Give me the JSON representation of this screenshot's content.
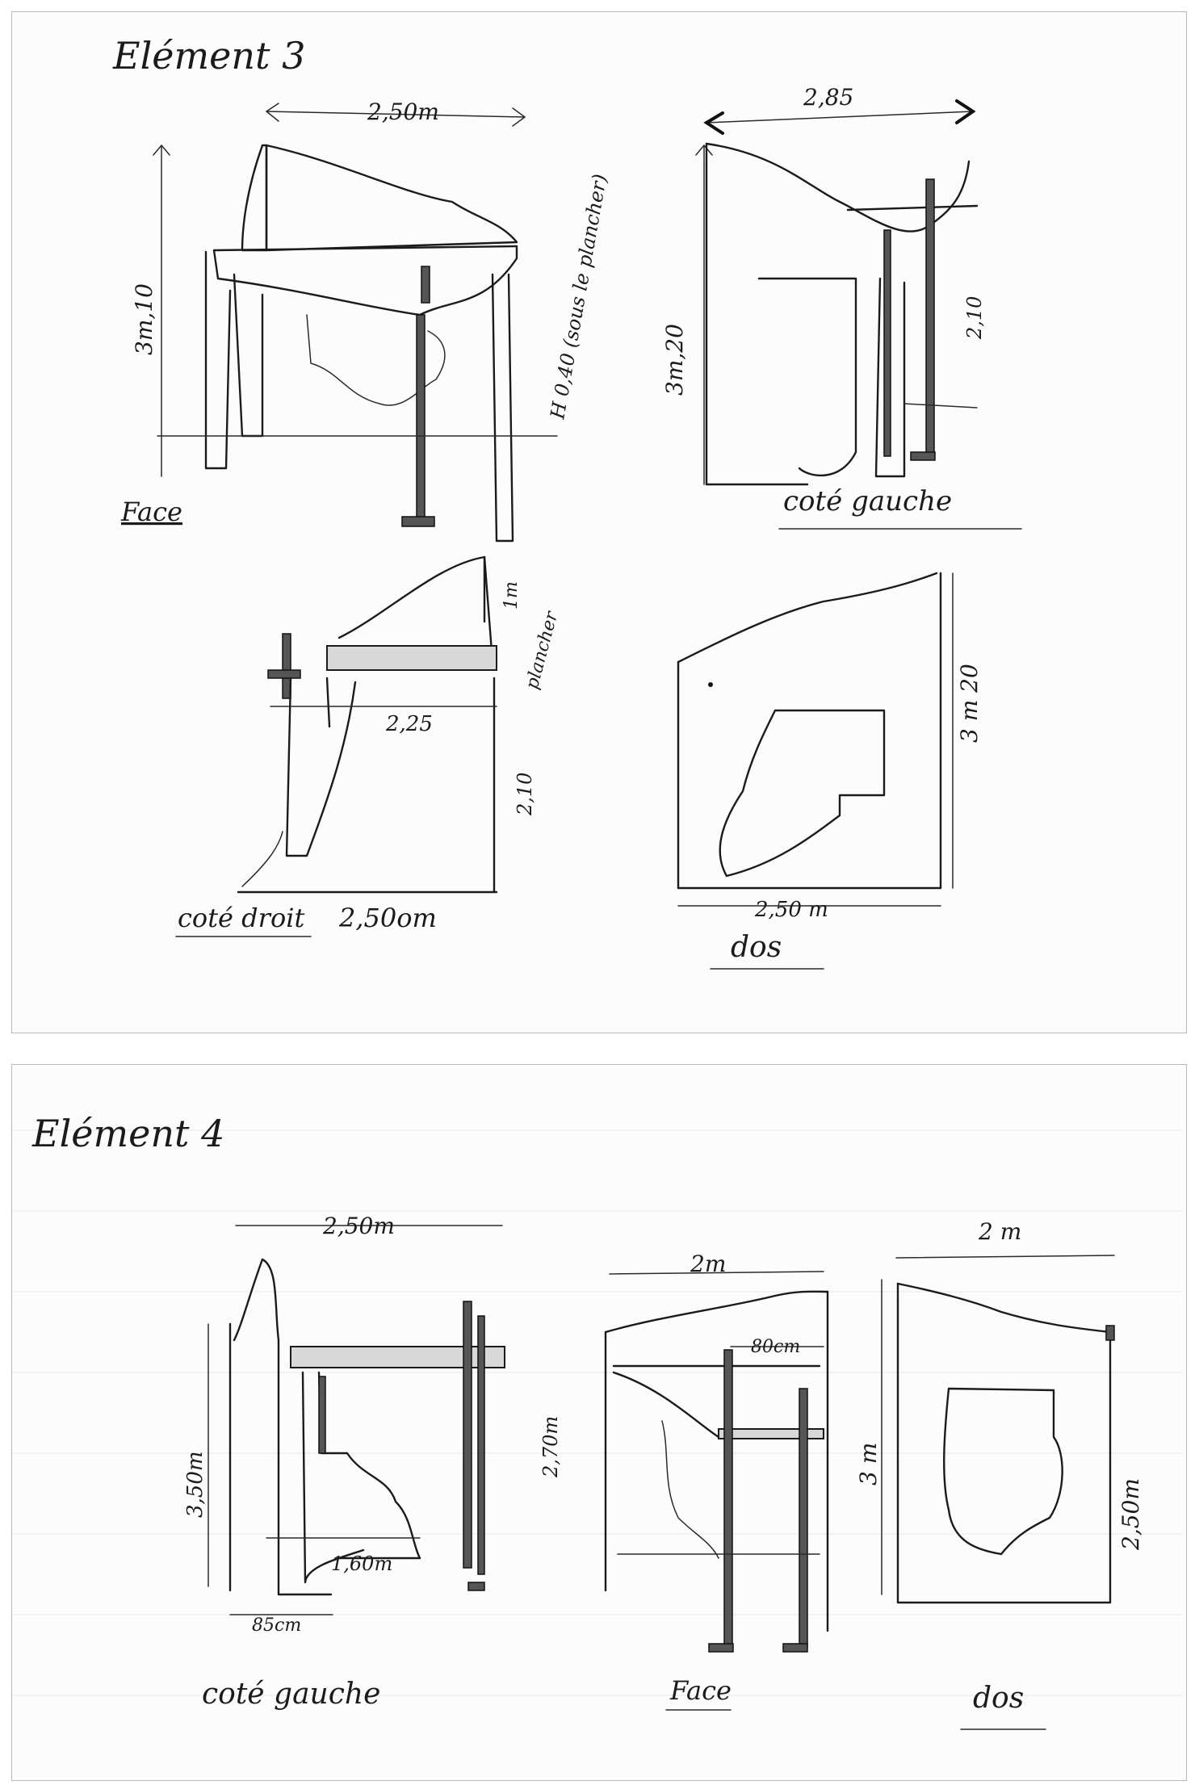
{
  "element3": {
    "title": "Elément 3",
    "face": {
      "label": "Face",
      "width": "2,50m",
      "height": "3m,10",
      "side_note": "H 0,40 (sous le plancher)"
    },
    "cote_gauche": {
      "label": "coté gauche",
      "width": "2,85",
      "height": "3m,20",
      "inner_height": "2,10"
    },
    "cote_droit": {
      "label": "coté droit",
      "bottom": "2,50om",
      "width": "2,25",
      "height": "2,10",
      "top_note": "1m",
      "floor_note": "plancher"
    },
    "dos": {
      "label": "dos",
      "width": "2,50 m",
      "height": "3 m 20"
    }
  },
  "element4": {
    "title": "Elément 4",
    "cote_gauche": {
      "label": "coté gauche",
      "width": "2,50m",
      "height": "3,50m",
      "right_height": "2,70m",
      "inner_width": "1,60m",
      "base_width": "85cm"
    },
    "face": {
      "label": "Face",
      "width": "2m",
      "inner_width": "80cm"
    },
    "dos": {
      "label": "dos",
      "width": "2 m",
      "height": "3 m",
      "right_height": "2,50m"
    }
  }
}
